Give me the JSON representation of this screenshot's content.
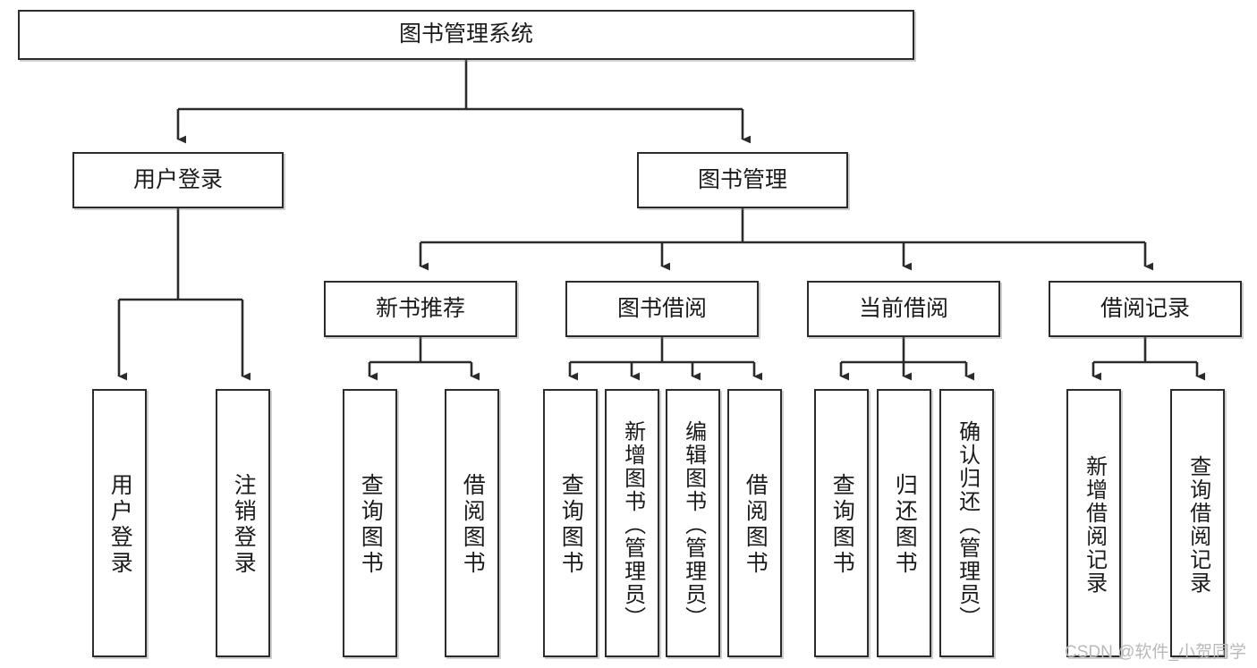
{
  "diagram": {
    "type": "tree-hierarchy",
    "orientation": "top-down",
    "title": "图书管理系统",
    "line_color": "#2b2b2b",
    "box_fill": "#ffffff",
    "text_color": "#1b1b1b",
    "root": {
      "id": "root",
      "label": "图书管理系统",
      "text_direction": "horizontal"
    },
    "level2": [
      {
        "id": "user-login",
        "label": "用户登录",
        "text_direction": "horizontal"
      },
      {
        "id": "book-manage",
        "label": "图书管理",
        "text_direction": "horizontal"
      }
    ],
    "level3": [
      {
        "id": "new-book-recommend",
        "label": "新书推荐",
        "text_direction": "horizontal",
        "parent": "book-manage"
      },
      {
        "id": "book-borrow",
        "label": "图书借阅",
        "text_direction": "horizontal",
        "parent": "book-manage"
      },
      {
        "id": "current-borrow",
        "label": "当前借阅",
        "text_direction": "horizontal",
        "parent": "book-manage"
      },
      {
        "id": "borrow-record",
        "label": "借阅记录",
        "text_direction": "horizontal",
        "parent": "book-manage"
      }
    ],
    "leaves": [
      {
        "id": "leaf-user-login",
        "label": "用户登录",
        "text_direction": "vertical",
        "parent": "user-login"
      },
      {
        "id": "leaf-logout",
        "label": "注销登录",
        "text_direction": "vertical",
        "parent": "user-login"
      },
      {
        "id": "leaf-query-book-1",
        "label": "查询图书",
        "text_direction": "vertical",
        "parent": "new-book-recommend"
      },
      {
        "id": "leaf-borrow-book-1",
        "label": "借阅图书",
        "text_direction": "vertical",
        "parent": "new-book-recommend"
      },
      {
        "id": "leaf-query-book-2",
        "label": "查询图书",
        "text_direction": "vertical",
        "parent": "book-borrow"
      },
      {
        "id": "leaf-add-book",
        "label": "新增图书（管理员）",
        "text_direction": "vertical",
        "parent": "book-borrow"
      },
      {
        "id": "leaf-edit-book",
        "label": "编辑图书（管理员）",
        "text_direction": "vertical",
        "parent": "book-borrow"
      },
      {
        "id": "leaf-borrow-book-2",
        "label": "借阅图书",
        "text_direction": "vertical",
        "parent": "book-borrow"
      },
      {
        "id": "leaf-query-book-3",
        "label": "查询图书",
        "text_direction": "vertical",
        "parent": "current-borrow"
      },
      {
        "id": "leaf-return-book",
        "label": "归还图书",
        "text_direction": "vertical",
        "parent": "current-borrow"
      },
      {
        "id": "leaf-confirm-return",
        "label": "确认归还（管理员）",
        "text_direction": "vertical",
        "parent": "current-borrow"
      },
      {
        "id": "leaf-add-record",
        "label": "新增借阅记录",
        "text_direction": "vertical",
        "parent": "borrow-record"
      },
      {
        "id": "leaf-query-record",
        "label": "查询借阅记录",
        "text_direction": "vertical",
        "parent": "borrow-record"
      }
    ]
  },
  "watermark": {
    "text": "CSDN @软件_小贺同学"
  }
}
